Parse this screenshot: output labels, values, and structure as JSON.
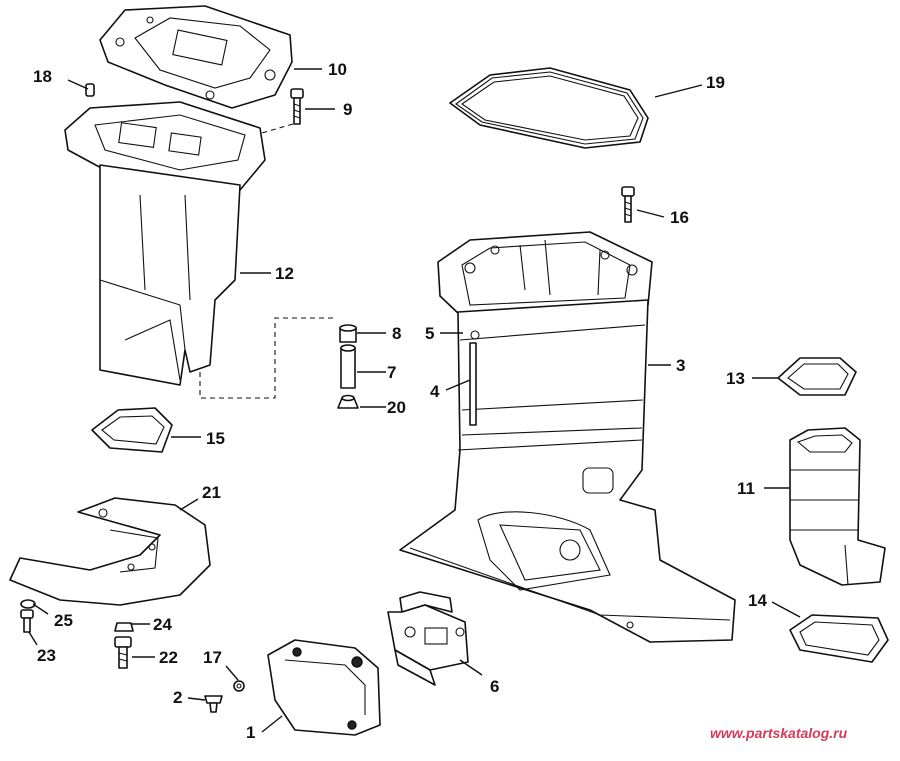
{
  "diagram": {
    "callouts": {
      "c1": "1",
      "c2": "2",
      "c3": "3",
      "c4": "4",
      "c5": "5",
      "c6": "6",
      "c7": "7",
      "c8": "8",
      "c9": "9",
      "c10": "10",
      "c11": "11",
      "c12": "12",
      "c13": "13",
      "c14": "14",
      "c15": "15",
      "c16": "16",
      "c17": "17",
      "c18": "18",
      "c19": "19",
      "c20": "20",
      "c21": "21",
      "c22": "22",
      "c23": "23",
      "c24": "24",
      "c25": "25"
    },
    "watermark": "www.partskatalog.ru"
  }
}
